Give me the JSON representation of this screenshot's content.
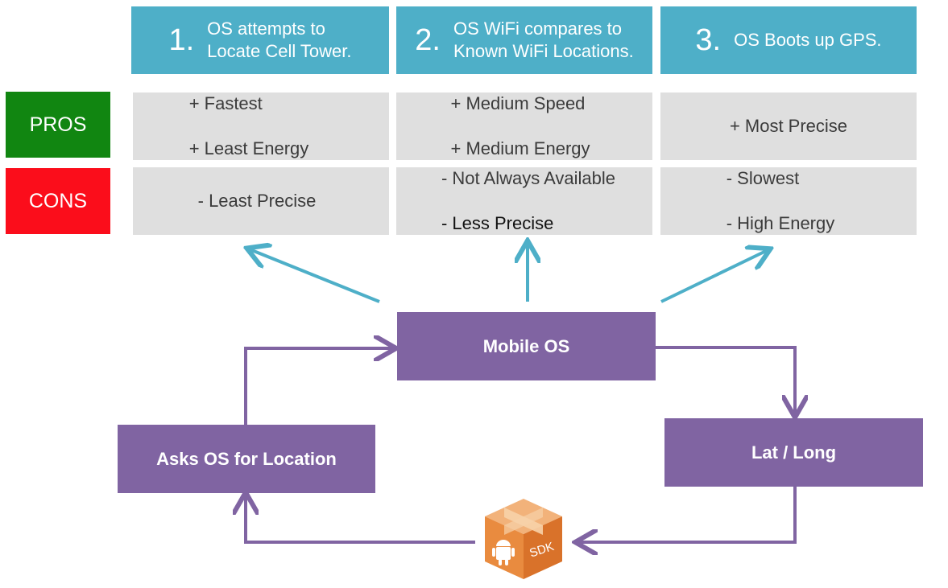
{
  "steps": [
    {
      "number": "1.",
      "text": "OS attempts to\nLocate Cell Tower."
    },
    {
      "number": "2.",
      "text": "OS WiFi compares to\nKnown WiFi Locations."
    },
    {
      "number": "3.",
      "text": "OS Boots up GPS."
    }
  ],
  "rows": {
    "pros_label": "PROS",
    "cons_label": "CONS"
  },
  "pros": [
    [
      "+ Fastest",
      "+ Least Energy"
    ],
    [
      "+ Medium Speed",
      "+ Medium Energy"
    ],
    [
      "+ Most Precise"
    ]
  ],
  "cons": [
    [
      "- Least Precise"
    ],
    [
      "- Not Always Available",
      "- Less Precise"
    ],
    [
      "- Slowest",
      "- High Energy"
    ]
  ],
  "flow": {
    "mobile_os": "Mobile OS",
    "asks_os": "Asks OS for Location",
    "lat_long": "Lat / Long",
    "sdk_label": "SDK"
  },
  "colors": {
    "step_blue": "#4eafc8",
    "pros_green": "#118611",
    "cons_red": "#fb0d1b",
    "cell_gray": "#dfdfdf",
    "purple": "#8064a2",
    "arrow_blue": "#4eafc8",
    "arrow_purple": "#8064a2",
    "sdk_orange": "#e6843a"
  },
  "icons": {
    "sdk": "android-sdk-box-icon"
  }
}
